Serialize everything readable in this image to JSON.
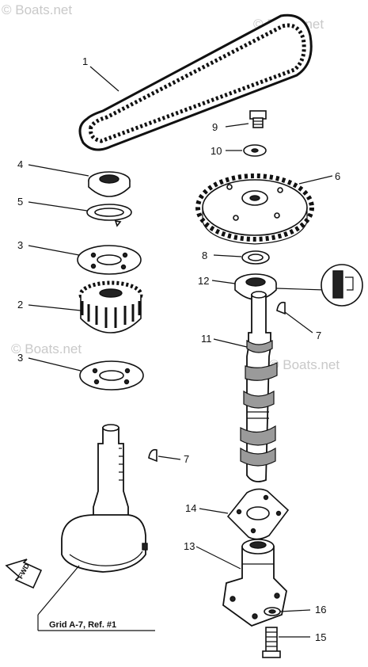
{
  "watermark": {
    "text": "© Boats.net"
  },
  "callouts": [
    "1",
    "9",
    "10",
    "6",
    "4",
    "5",
    "3",
    "8",
    "12",
    "2",
    "7",
    "11",
    "3",
    "7",
    "14",
    "13",
    "16",
    "15"
  ],
  "fwd_label": "FWD",
  "caption": "Grid A-7, Ref. #1"
}
